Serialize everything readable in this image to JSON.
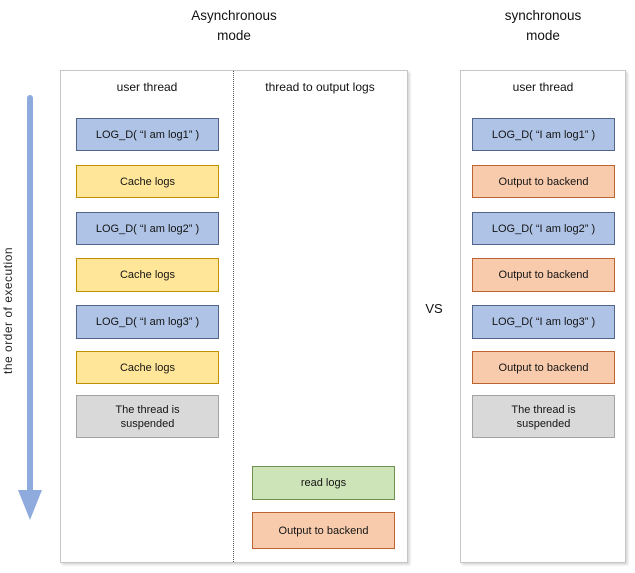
{
  "titles": {
    "async": "Asynchronous\nmode",
    "sync": "synchronous\nmode"
  },
  "vs_label": "VS",
  "execution_axis_label": "the order of execution",
  "colors": {
    "blue_fill": "#aec3e5",
    "blue_border": "#53648b",
    "yellow_fill": "#ffe699",
    "yellow_border": "#bf9000",
    "orange_fill": "#f8cbad",
    "orange_border": "#bd6332",
    "green_fill": "#cde3b8",
    "green_border": "#70904f",
    "gray_fill": "#d9d9d9",
    "gray_border": "#a3a3a3",
    "arrow": "#8faadc"
  },
  "async_panel": {
    "user_thread_header": "user thread",
    "output_thread_header": "thread to output logs",
    "user_thread_boxes": [
      {
        "label": "LOG_D( “I am log1” )",
        "type": "blue"
      },
      {
        "label": "Cache logs",
        "type": "yellow"
      },
      {
        "label": "LOG_D( “I am log2” )",
        "type": "blue"
      },
      {
        "label": "Cache logs",
        "type": "yellow"
      },
      {
        "label": "LOG_D( “I am log3” )",
        "type": "blue"
      },
      {
        "label": "Cache logs",
        "type": "yellow"
      },
      {
        "label": "The thread is\nsuspended",
        "type": "gray"
      }
    ],
    "output_thread_boxes": [
      {
        "label": "read logs",
        "type": "green"
      },
      {
        "label": "Output to backend",
        "type": "orange"
      }
    ]
  },
  "sync_panel": {
    "user_thread_header": "user thread",
    "boxes": [
      {
        "label": "LOG_D( “I am log1” )",
        "type": "blue"
      },
      {
        "label": "Output to backend",
        "type": "orange"
      },
      {
        "label": "LOG_D( “I am log2” )",
        "type": "blue"
      },
      {
        "label": "Output to backend",
        "type": "orange"
      },
      {
        "label": "LOG_D( “I am log3” )",
        "type": "blue"
      },
      {
        "label": "Output to backend",
        "type": "orange"
      },
      {
        "label": "The thread is\nsuspended",
        "type": "gray"
      }
    ]
  }
}
